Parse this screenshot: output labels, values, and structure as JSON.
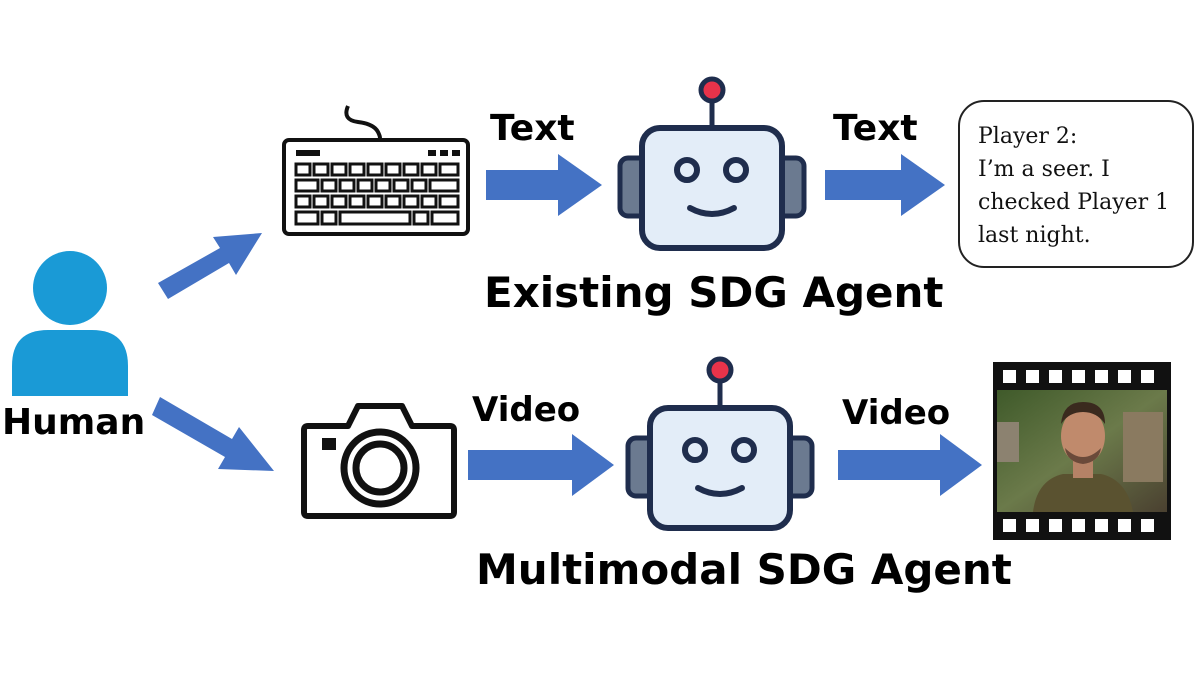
{
  "human": {
    "label": "Human"
  },
  "top_row": {
    "input_label": "Text",
    "output_label": "Text",
    "agent_title": "Existing SDG Agent",
    "output_bubble": {
      "lines": [
        "Player 2:",
        "I’m a seer. I",
        "checked Player 1",
        "last night."
      ]
    }
  },
  "bottom_row": {
    "input_label": "Video",
    "output_label": "Video",
    "agent_title": "Multimodal SDG Agent"
  },
  "colors": {
    "arrow": "#4472c4",
    "human": "#1a9ad6",
    "robot_face": "#e3edf8",
    "robot_outline": "#1f2d4d",
    "robot_ear": "#6b7a90",
    "antenna_tip": "#e8334a"
  },
  "icons": [
    "person-icon",
    "keyboard-icon",
    "robot-icon",
    "camera-icon",
    "film-strip-icon"
  ]
}
